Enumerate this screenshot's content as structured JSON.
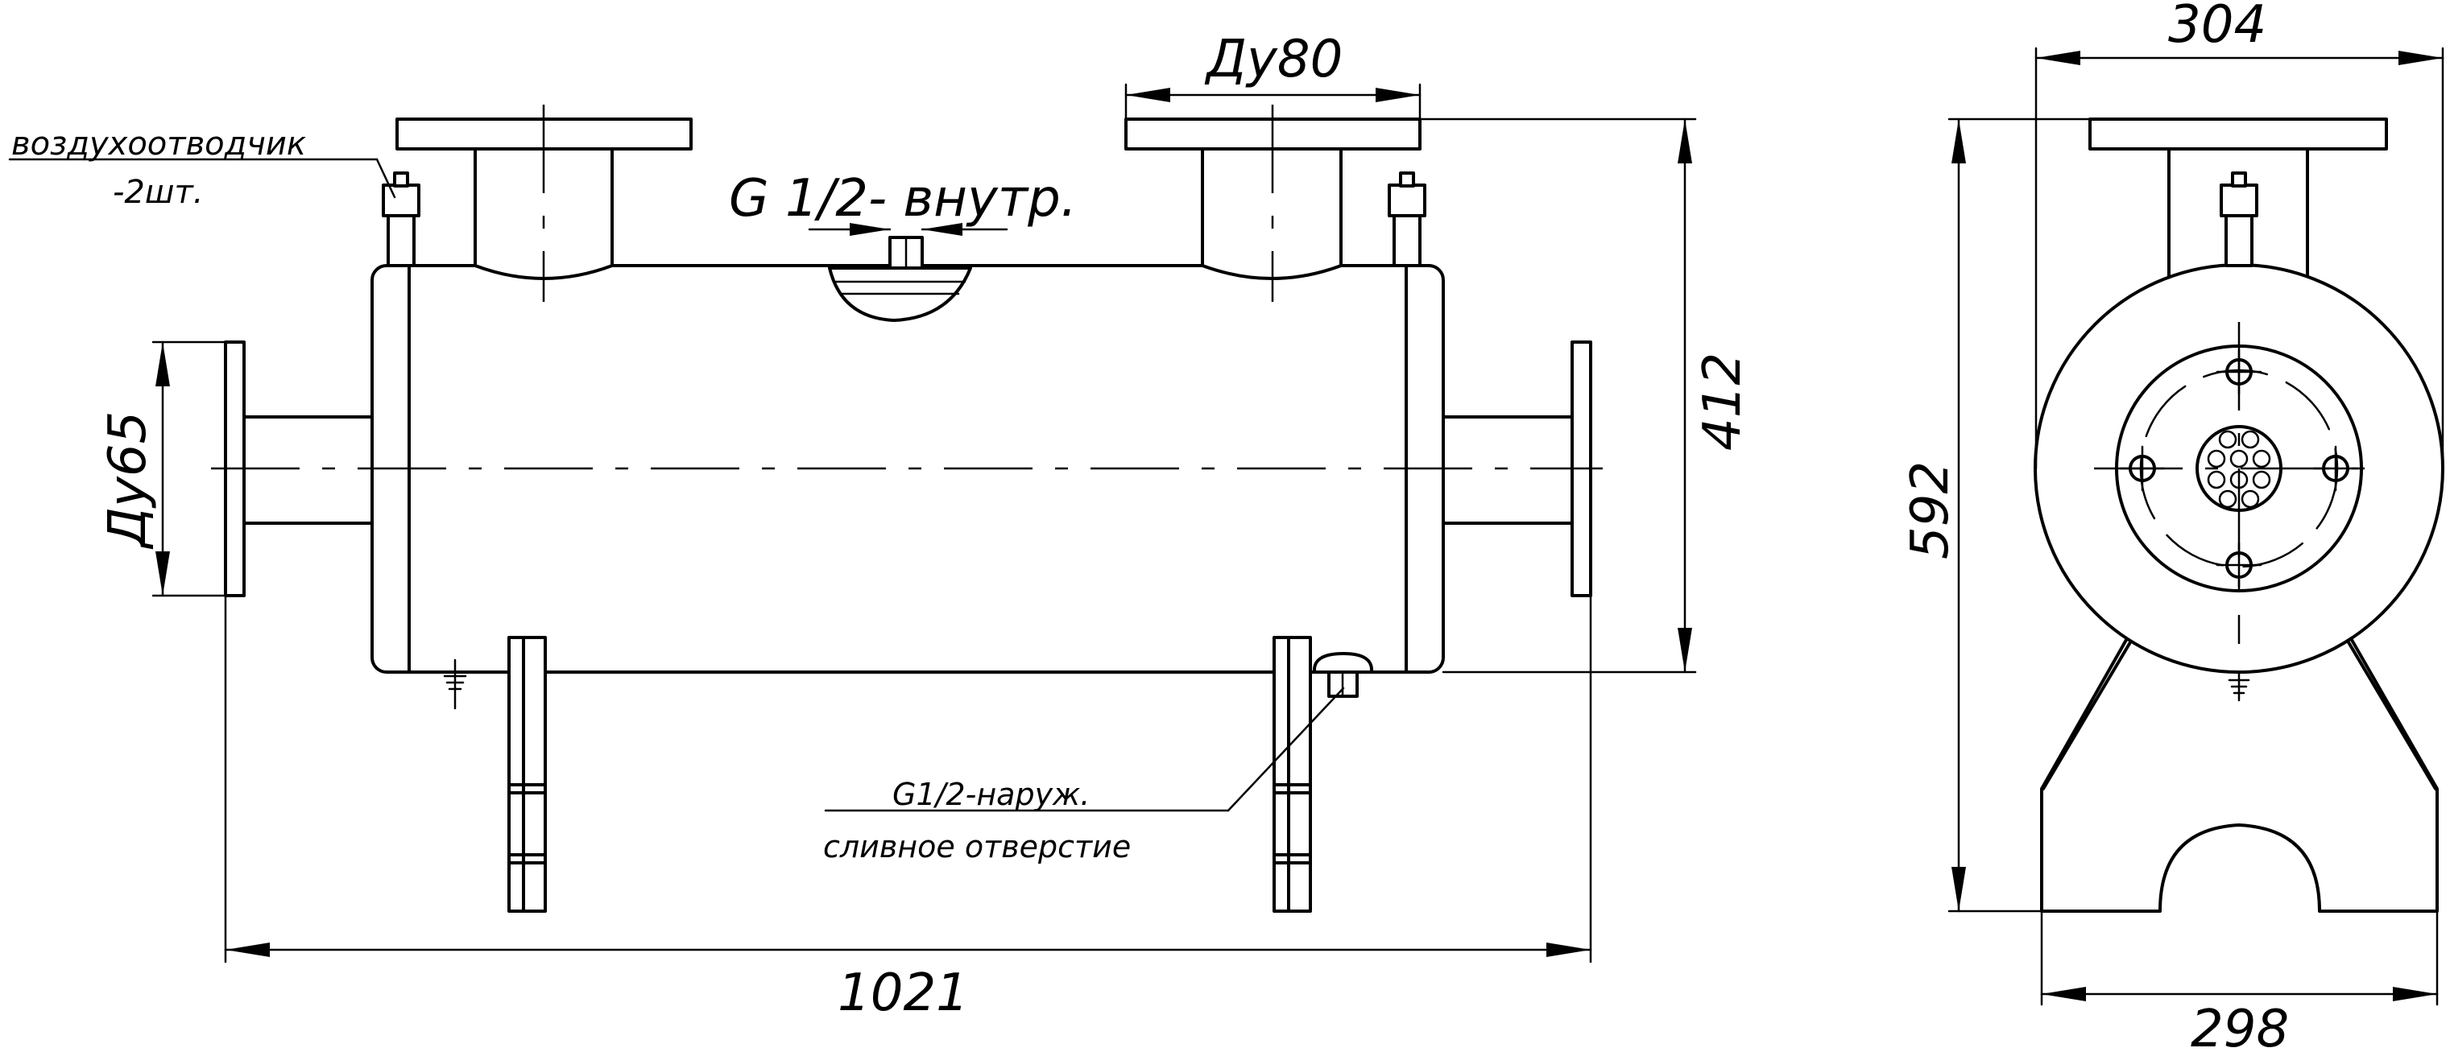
{
  "labels": {
    "air_vent_line1": "воздухоотводчик",
    "air_vent_line2": "-2шт.",
    "top_port": "G 1/2- внутр.",
    "drain_line1": "G1/2-наруж.",
    "drain_line2": "сливное отверстие",
    "flange_top": "Ду80",
    "flange_side": "Ду65"
  },
  "dimensions": {
    "length": "1021",
    "height_front": "412",
    "height_side": "592",
    "width_top": "304",
    "width_bottom": "298"
  }
}
